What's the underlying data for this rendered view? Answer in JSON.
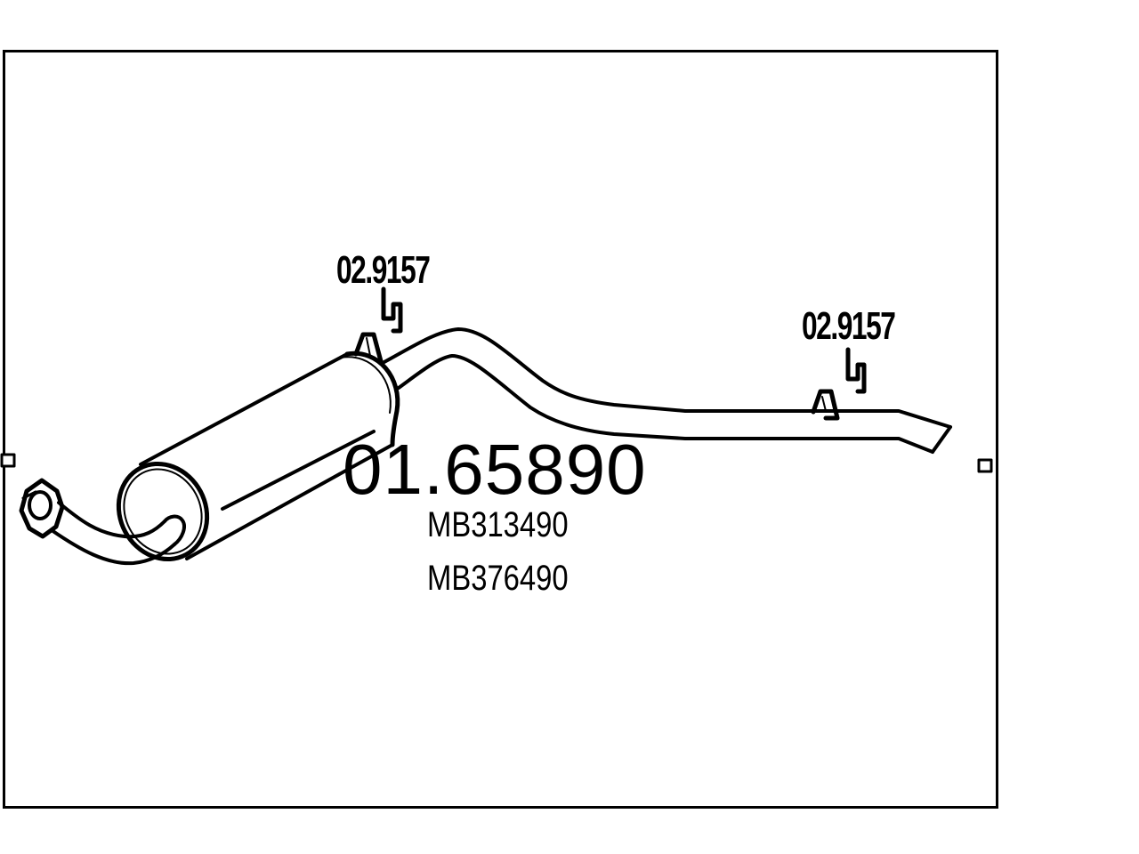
{
  "diagram": {
    "part_number": "01.65890",
    "oem_numbers": [
      "MB313490",
      "MB376490"
    ],
    "clamps": [
      {
        "label": "02.9157",
        "icon": "bracket-icon"
      },
      {
        "label": "02.9157",
        "icon": "bracket-icon"
      }
    ],
    "colors": {
      "line": "#000000",
      "background": "#ffffff"
    }
  }
}
